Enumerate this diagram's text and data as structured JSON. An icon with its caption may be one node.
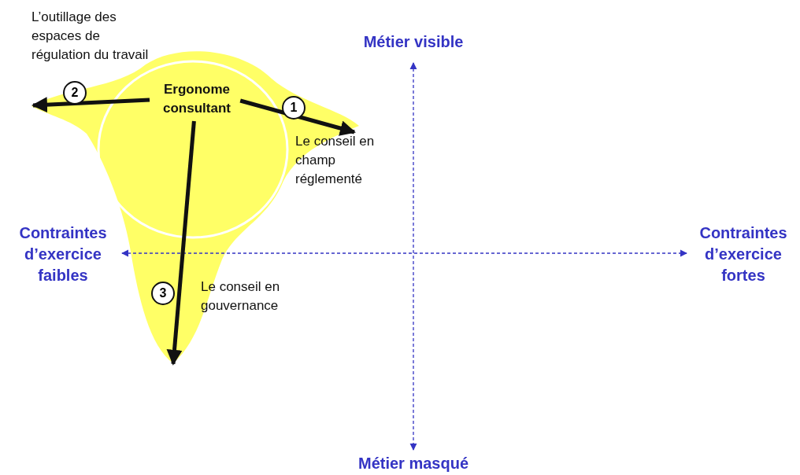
{
  "diagram": {
    "nodes": [
      {
        "text": [
          "L’outillage des espaces de régulation du travail"
        ]
      },
      {
        "text": [
          "Ergonome consultant"
        ]
      },
      {
        "text": [
          "Le conseil en champ réglementé"
        ]
      },
      {
        "text": [
          "Le conseil en gouvernance"
        ]
      }
    ],
    "edges": [
      {
        "from": 1,
        "to": 2,
        "arrow": "to",
        "label": "1"
      },
      {
        "from": 1,
        "to": 0,
        "arrow": "to",
        "label": "2"
      },
      {
        "from": 1,
        "to": 3,
        "arrow": "to",
        "label": "3"
      }
    ],
    "labels": [
      "Métier visible",
      "Contraintes d’exercice faibles",
      "Contraintes d’exercice fortes",
      "Métier masqué"
    ]
  }
}
